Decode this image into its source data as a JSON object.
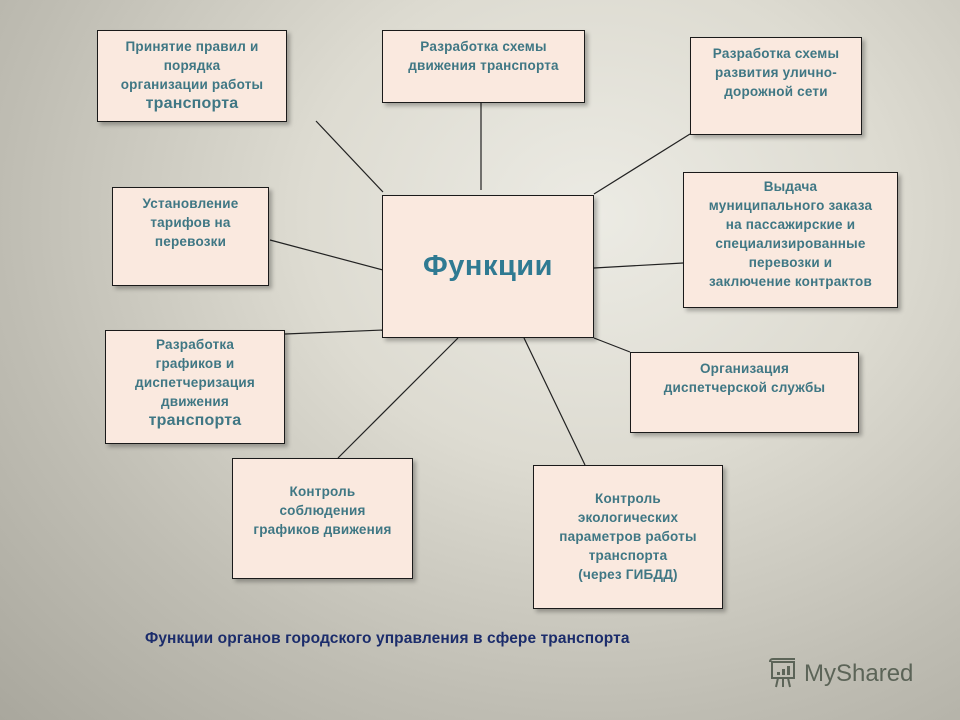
{
  "diagram": {
    "center": {
      "label": "Функции"
    },
    "boxes": [
      {
        "id": "rules",
        "lines": [
          "Принятие правил и",
          "порядка",
          "организации работы",
          "транспорта"
        ]
      },
      {
        "id": "traffic-scheme",
        "lines": [
          "Разработка схемы",
          "движения транспорта"
        ]
      },
      {
        "id": "road-network",
        "lines": [
          "Разработка схемы",
          "развития улично-",
          "дорожной сети"
        ]
      },
      {
        "id": "tariffs",
        "lines": [
          "Установление",
          "тарифов на",
          "перевозки"
        ]
      },
      {
        "id": "municipal-order",
        "lines": [
          "Выдача",
          "муниципального заказа",
          "на пассажирские и",
          "специализированные",
          "перевозки и",
          "заключение контрактов"
        ]
      },
      {
        "id": "schedules",
        "lines": [
          "Разработка",
          "графиков и",
          "диспетчеризация",
          "движения",
          "транспорта"
        ]
      },
      {
        "id": "dispatch-service",
        "lines": [
          "Организация",
          "диспетчерской службы"
        ]
      },
      {
        "id": "schedule-control",
        "lines": [
          "Контроль",
          "соблюдения",
          "графиков движения"
        ]
      },
      {
        "id": "eco-control",
        "lines": [
          "Контроль",
          "экологических",
          "параметров работы",
          "транспорта",
          "(через ГИБДД)"
        ]
      }
    ]
  },
  "caption": "Функции органов городского управления в сфере транспорта",
  "watermark": {
    "text": "MyShared",
    "icon": "presentation-board-icon"
  },
  "colors": {
    "box_fill": "#fae9df",
    "box_text": "#3f7784",
    "caption_text": "#1b2c6b"
  }
}
